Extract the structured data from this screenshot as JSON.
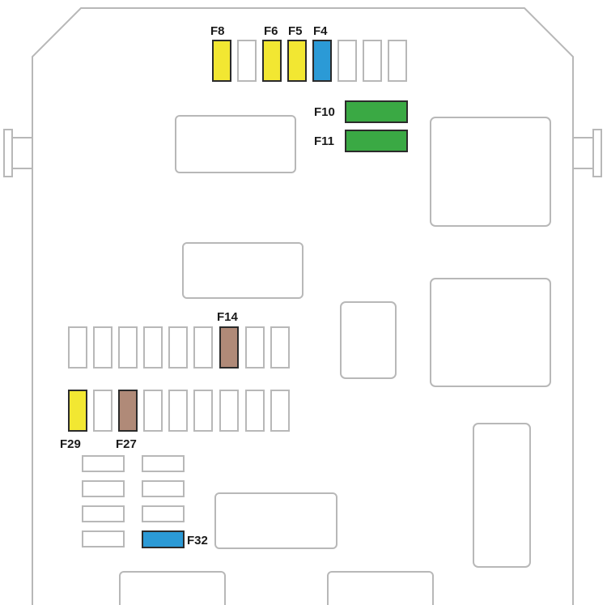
{
  "colors": {
    "outline": "#b8b8b8",
    "fuse_border": "#2b2b2b",
    "yellow": "#f2e732",
    "blue": "#2b9ad6",
    "green": "#3aa944",
    "brown": "#b08a78",
    "empty": "#ffffff"
  },
  "fuses": {
    "f8": {
      "label": "F8",
      "color": "yellow"
    },
    "f6": {
      "label": "F6",
      "color": "yellow"
    },
    "f5": {
      "label": "F5",
      "color": "yellow"
    },
    "f4": {
      "label": "F4",
      "color": "blue"
    },
    "f10": {
      "label": "F10",
      "color": "green"
    },
    "f11": {
      "label": "F11",
      "color": "green"
    },
    "f14": {
      "label": "F14",
      "color": "brown"
    },
    "f29": {
      "label": "F29",
      "color": "yellow"
    },
    "f27": {
      "label": "F27",
      "color": "brown"
    },
    "f32": {
      "label": "F32",
      "color": "blue"
    }
  }
}
